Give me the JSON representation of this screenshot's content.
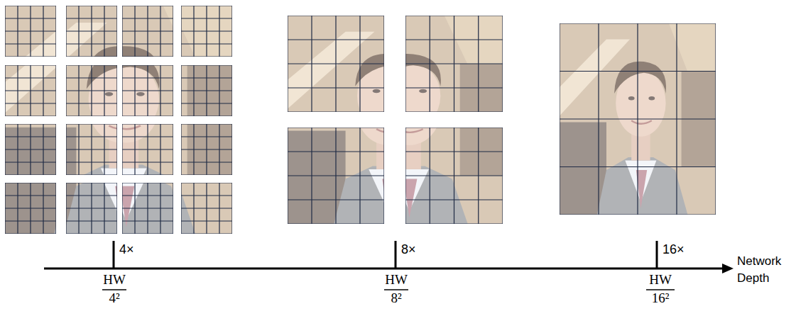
{
  "diagram": {
    "labels": [
      "4×",
      "8×",
      "16×",
      "HW",
      "4²",
      "HW",
      "8²",
      "HW",
      "16²",
      "Network Depth"
    ]
  }
}
